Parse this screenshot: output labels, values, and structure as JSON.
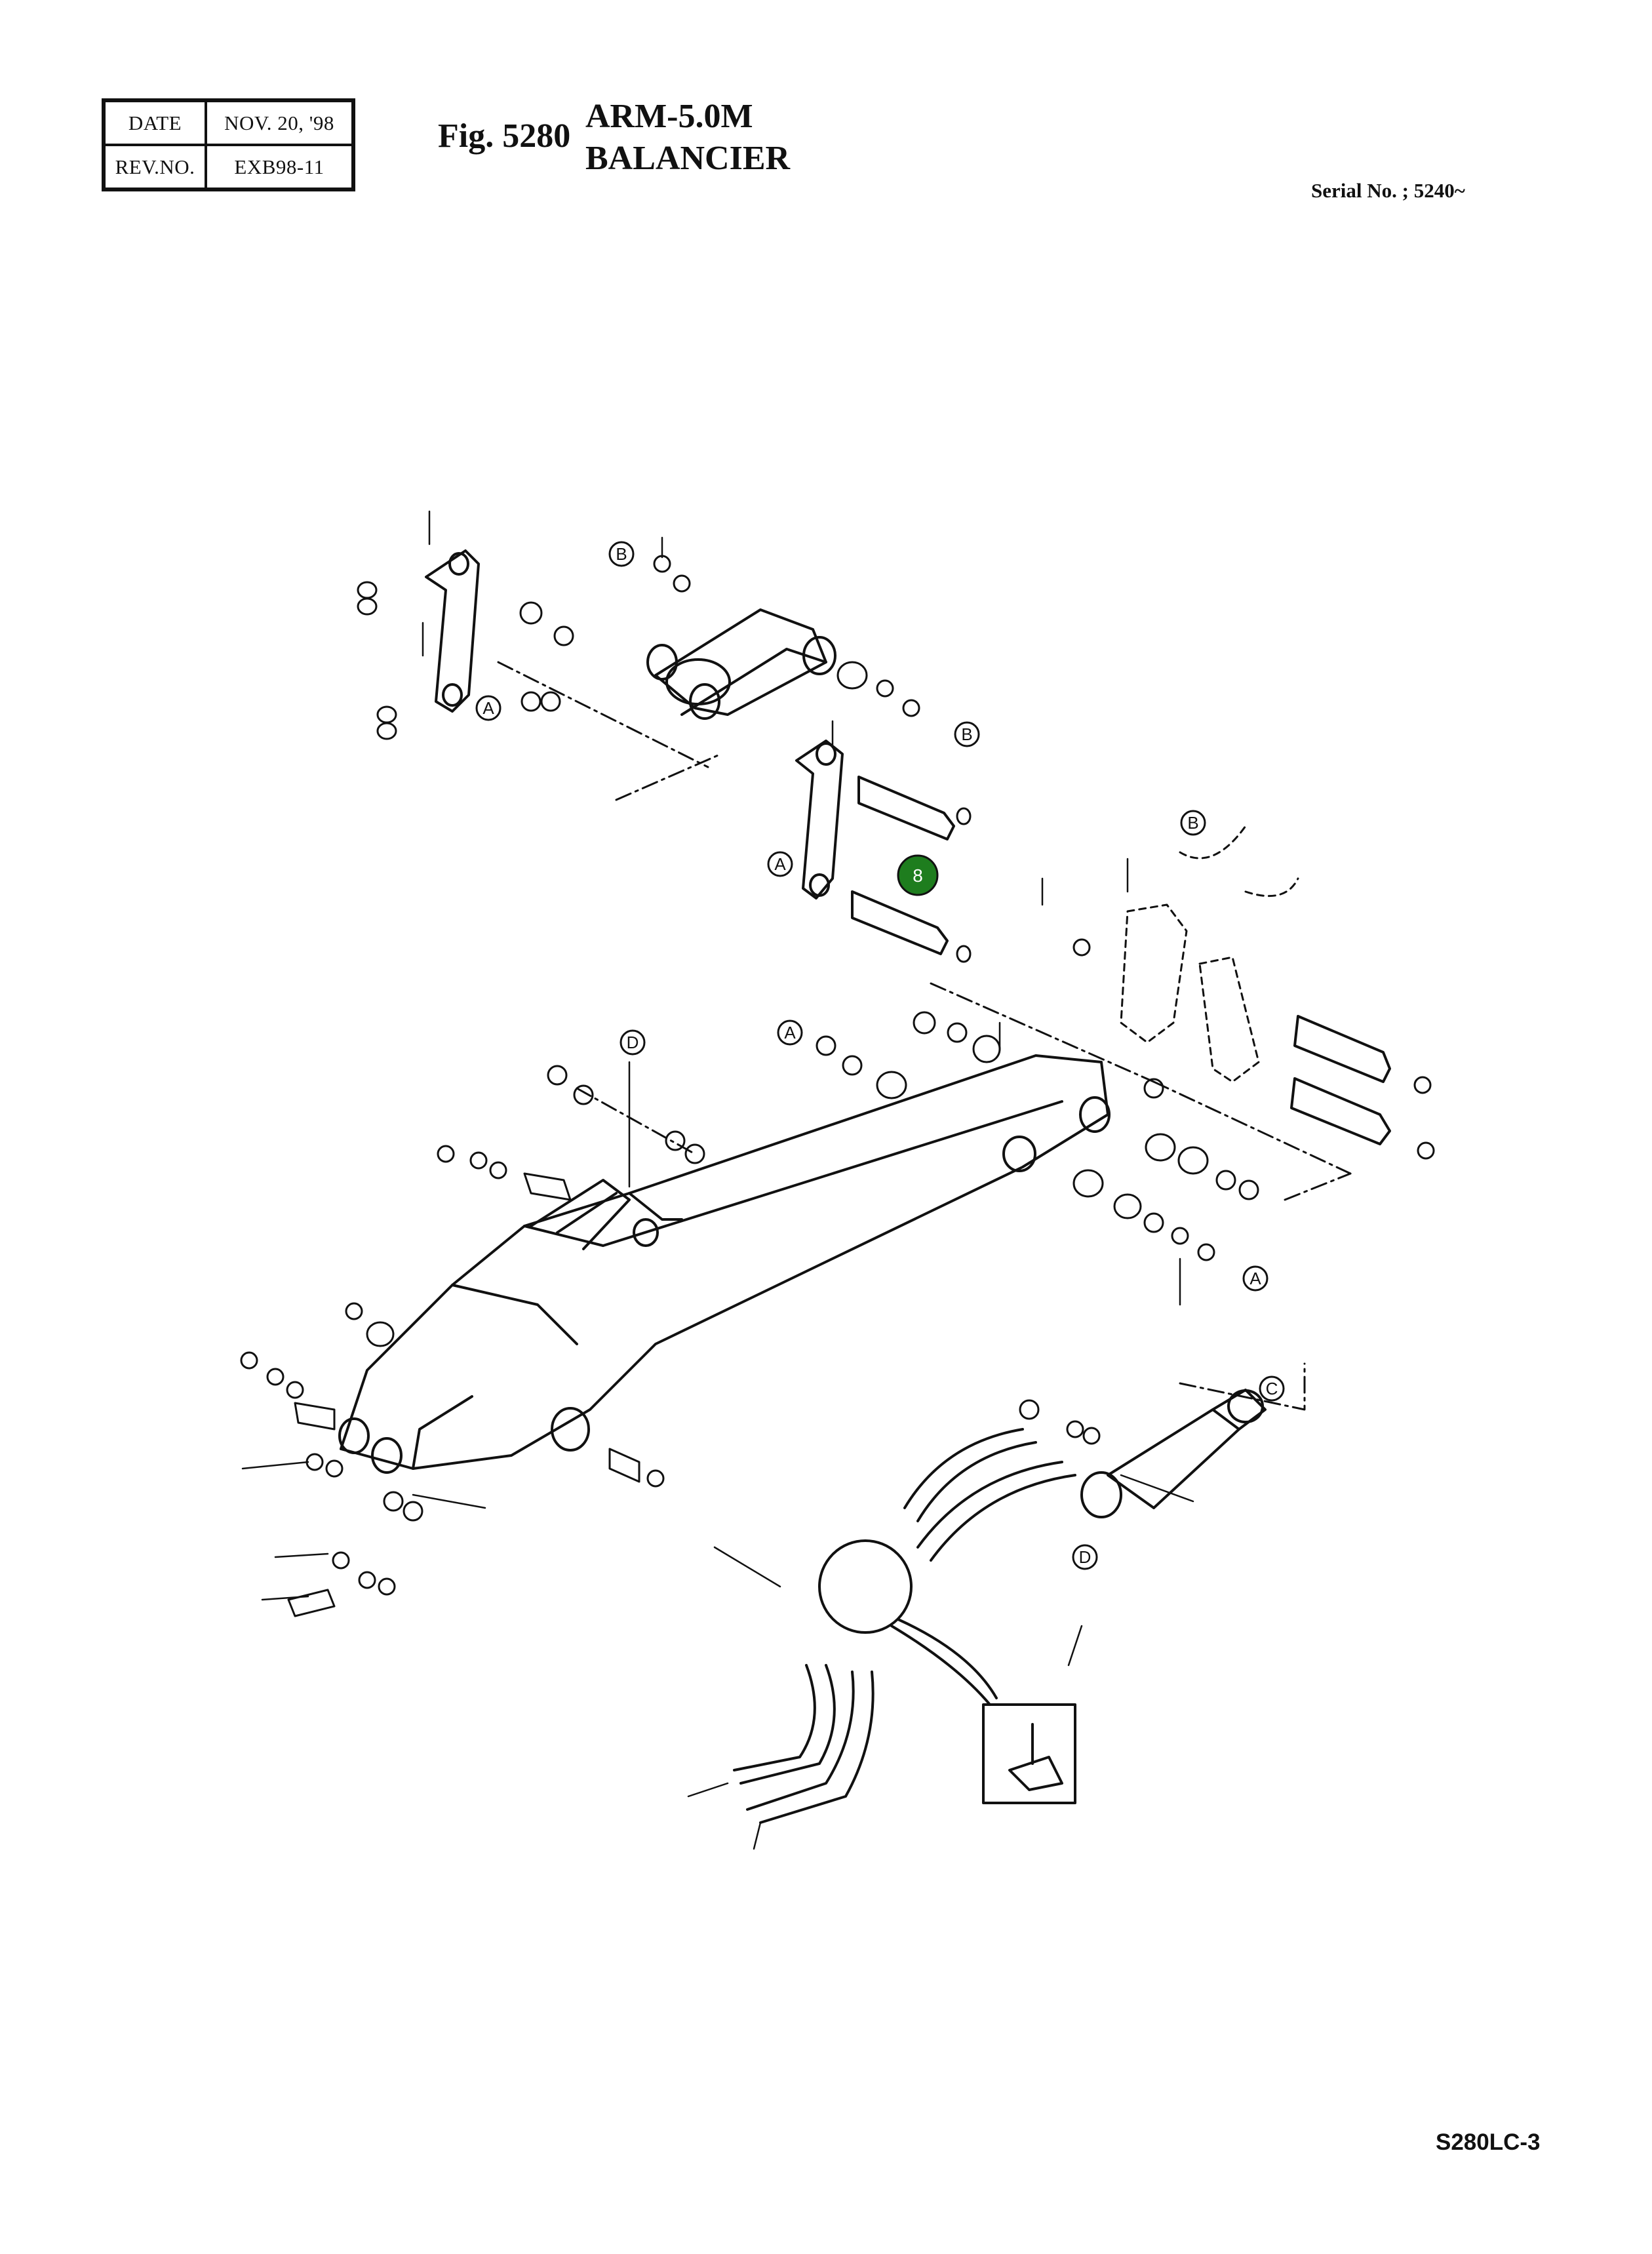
{
  "revision": {
    "date_label": "DATE",
    "date_value": "NOV. 20, '98",
    "rev_label": "REV.NO.",
    "rev_value": "EXB98-11"
  },
  "figure": {
    "number": "Fig. 5280",
    "title_en": "ARM-5.0M",
    "title_fr": "BALANCIER"
  },
  "serial": "Serial No. ; 5240~",
  "footer_code": "S280LC-3",
  "callout": {
    "number": "8",
    "color": "#1e7d1e"
  },
  "ref_letters": {
    "a": "A",
    "b": "B",
    "c": "C",
    "d": "D"
  }
}
